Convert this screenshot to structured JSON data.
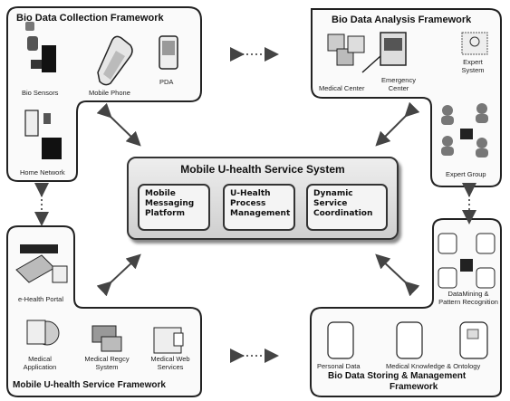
{
  "top_left": {
    "title": "Bio Data Collection Framework",
    "items": [
      "Bio Sensors",
      "Mobile Phone",
      "PDA",
      "Home Network"
    ]
  },
  "top_right": {
    "title": "Bio Data Analysis Framework",
    "items": [
      "Medical Center",
      "Emergency Center",
      "Expert System",
      "Expert Group"
    ]
  },
  "bottom_left": {
    "title": "Mobile U-health Service Framework",
    "items": [
      "e-Health Portal",
      "Medical Application",
      "Medical Regcy System",
      "Medical Web Services"
    ]
  },
  "bottom_right": {
    "title_line1": "Bio Data Storing & Management",
    "title_line2": "Framework",
    "items": [
      "DataMining & Pattern Recognition",
      "Personal Data",
      "Medical Knowledge & Ontology"
    ]
  },
  "center": {
    "title": "Mobile U-health Service System",
    "modules": [
      {
        "line1": "Mobile",
        "line2": "Messaging",
        "line3": "Platform"
      },
      {
        "line1": "U-Health",
        "line2": "Process",
        "line3": "Management"
      },
      {
        "line1": "Dynamic",
        "line2": "Service",
        "line3": "Coordination"
      }
    ]
  }
}
